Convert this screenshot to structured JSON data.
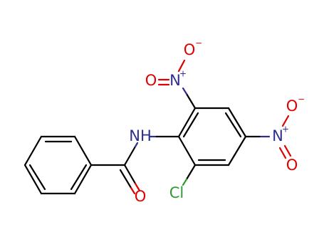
{
  "molecule": {
    "atoms": {
      "nh": "NH",
      "carbonyl_o": "O",
      "cl": "Cl",
      "ortho_n": "N",
      "ortho_n_top_o": "O",
      "ortho_n_left_o": "O",
      "para_n": "N",
      "para_n_top_o": "O",
      "para_n_bottom_o": "O"
    },
    "charges": {
      "ortho_n_plus": "+",
      "ortho_n_top_o_minus": "−",
      "para_n_plus": "+",
      "para_n_top_o_minus": "−"
    },
    "colors": {
      "carbon_bond": "#000000",
      "nitrogen": "#2e2e8f",
      "oxygen": "#e00000",
      "chlorine": "#2f9a2f"
    }
  }
}
